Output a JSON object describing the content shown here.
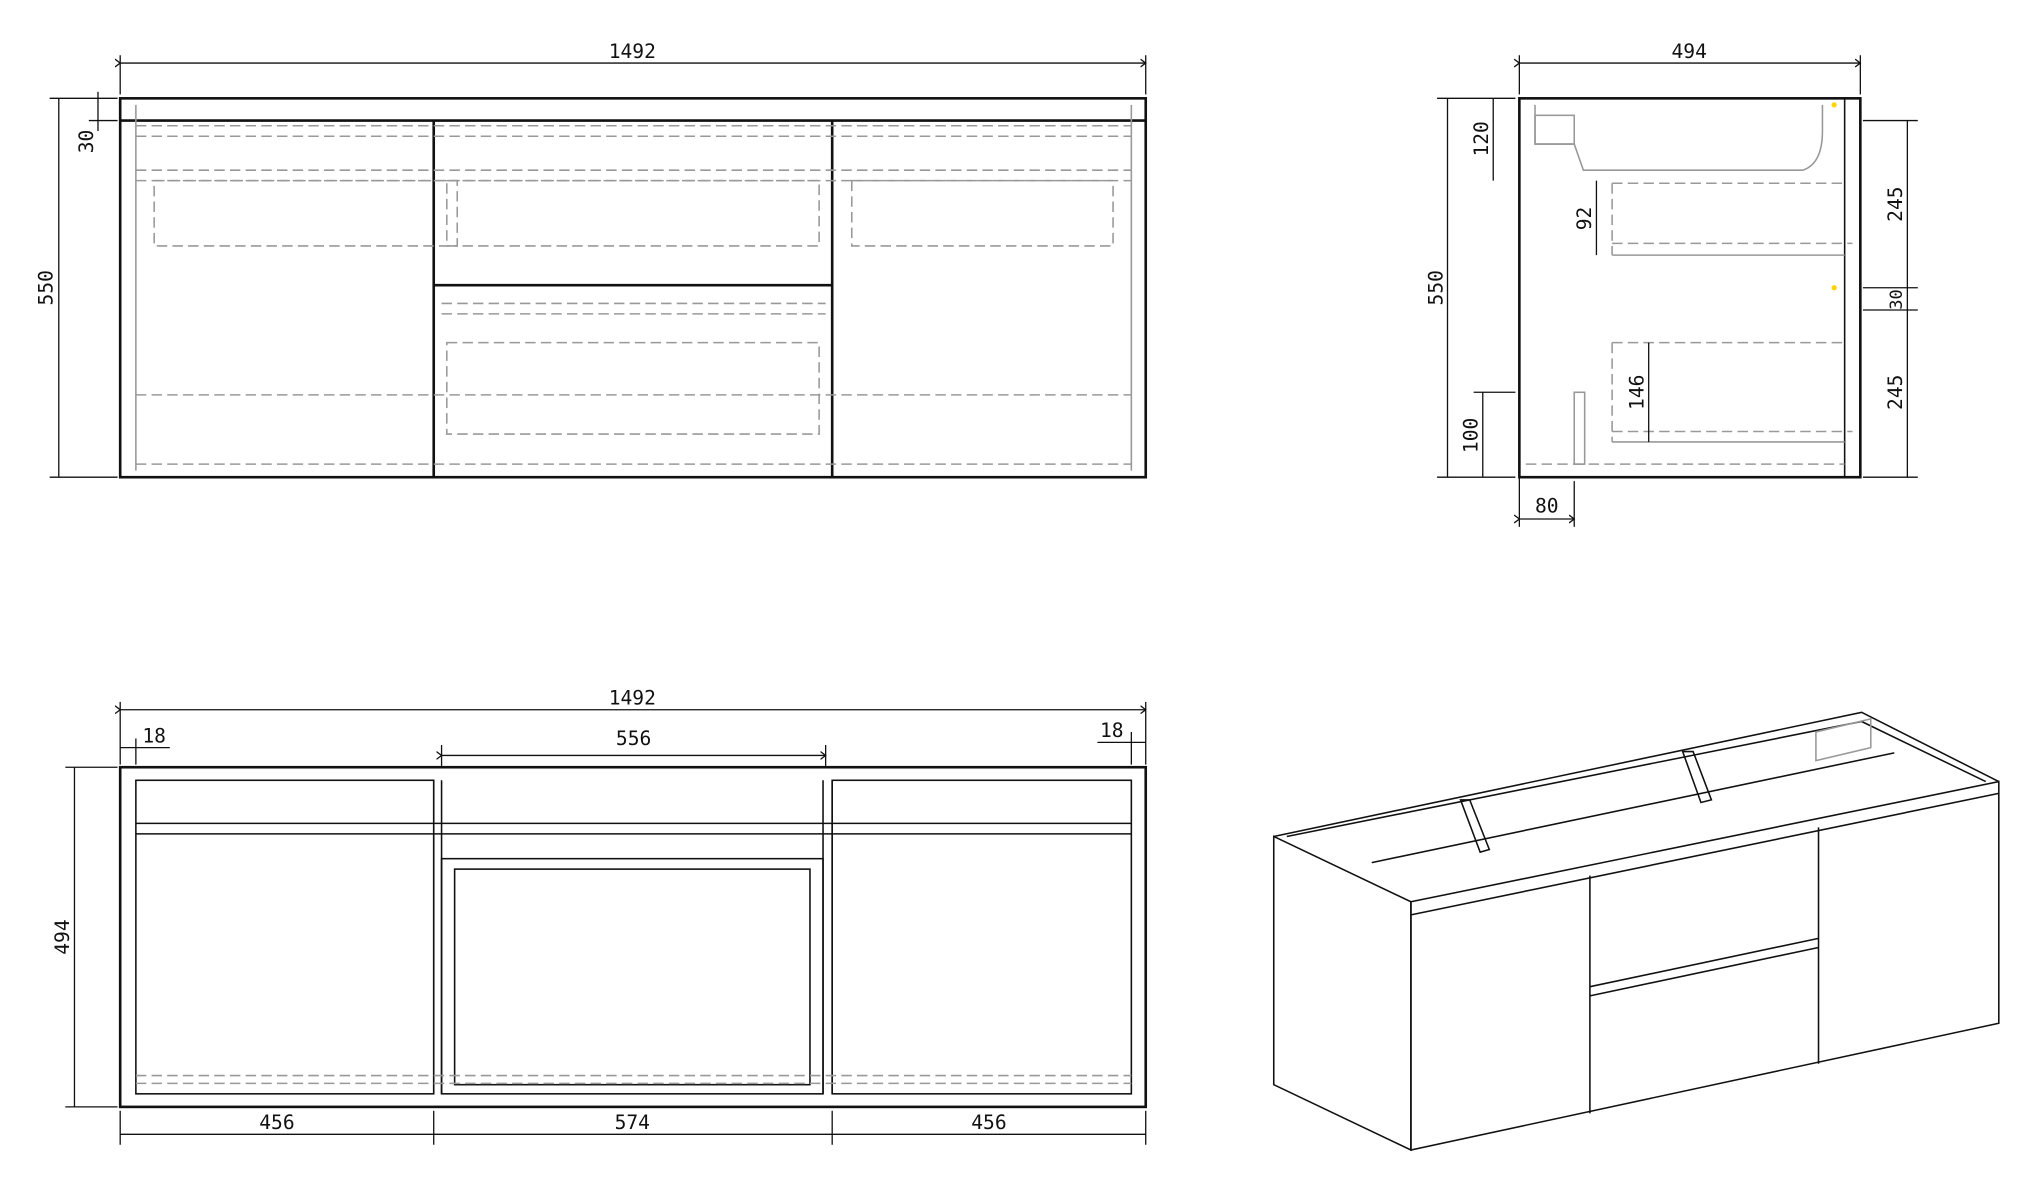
{
  "front_view": {
    "width": "1492",
    "height": "550",
    "top_rail": "30"
  },
  "side_view": {
    "depth": "494",
    "height": "550",
    "top_gap": "120",
    "upper_drawer_depth": "92",
    "upper_drawer_height": "245",
    "rail": "30",
    "lower_drawer_height": "245",
    "lower_drawer_depth": "146",
    "bottom_gap": "100",
    "back_offset": "80"
  },
  "top_view": {
    "width": "1492",
    "panel_left": "18",
    "center_inner": "556",
    "panel_right": "18",
    "depth": "494",
    "left_section": "456",
    "center_section": "574",
    "right_section": "456"
  },
  "colors": {
    "line": "#111111",
    "hidden_line": "#999999",
    "marker": "#ffd400"
  }
}
